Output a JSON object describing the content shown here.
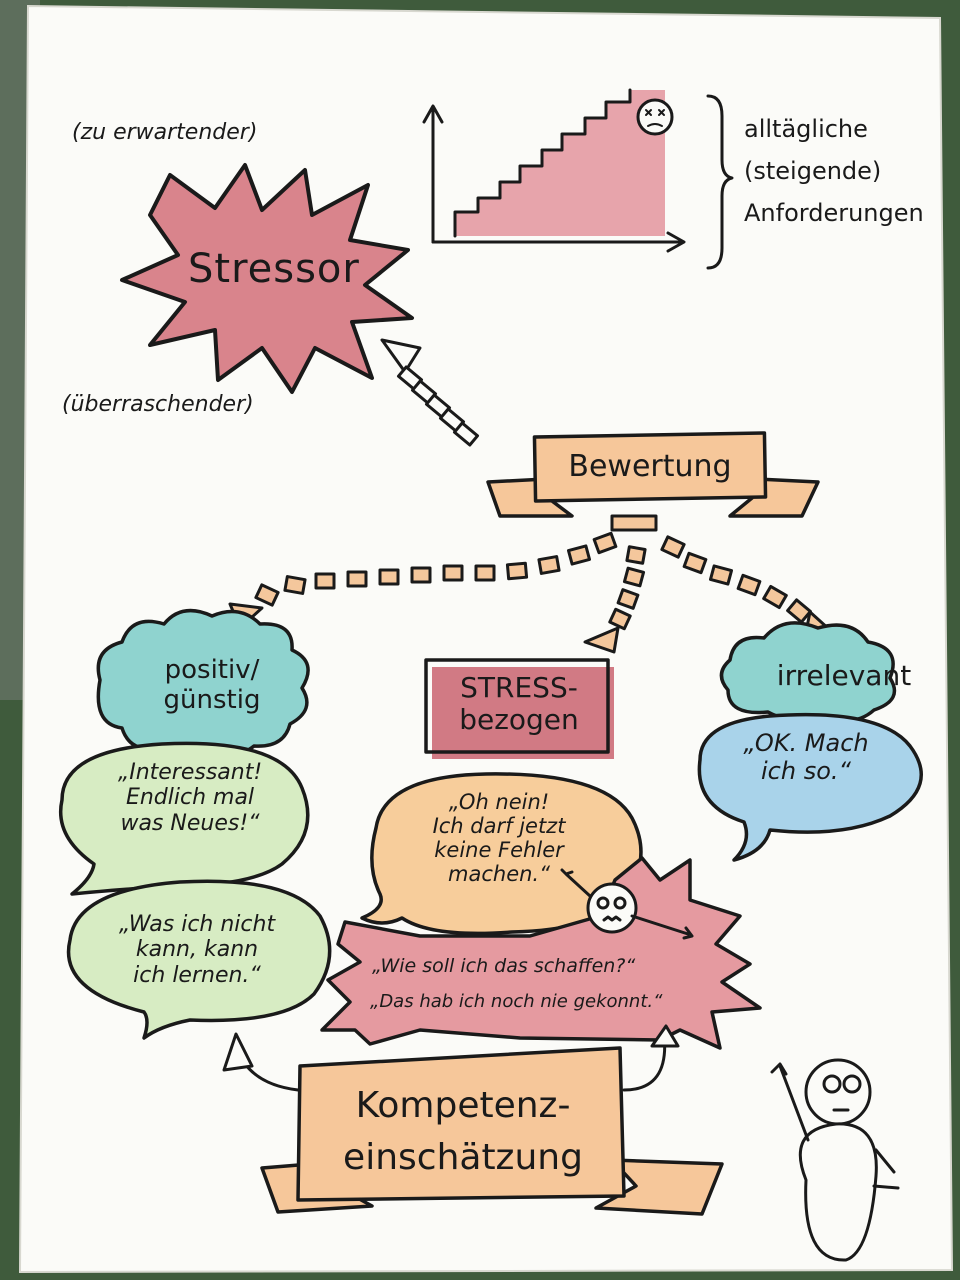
{
  "poster": {
    "stressor_expected": "(zu erwartender)",
    "stressor_title": "Stressor",
    "stressor_surprising": "(überraschender)",
    "demands": "alltägliche\n(steigende)\nAnforderungen",
    "evaluation_banner": "Bewertung",
    "positive_label": "positiv/\ngünstig",
    "stress_label": "STRESS-\nbezogen",
    "irrelevant_label": "irrelevant",
    "positive_quote_1": "„Interessant!\nEndlich mal\nwas Neues!“",
    "positive_quote_2": "„Was ich nicht\nkann, kann\nich lernen.“",
    "stress_quote_1": "„Oh nein!\nIch darf jetzt\nkeine Fehler\nmachen.“",
    "stress_quote_2": "„Wie soll ich das schaffen?“",
    "stress_quote_3": "„Das hab ich noch nie gekonnt.“",
    "irrelevant_quote": "„OK. Mach\nich so.“",
    "competence_banner": "Kompetenz-\neinschätzung"
  },
  "colors": {
    "paper": "#fbfbf8",
    "stress_red": "#d9848c",
    "stress_red_dark": "#c9606c",
    "banner_orange": "#f6c79a",
    "arrow_orange": "#f4c79c",
    "cloud_teal": "#8fd3cf",
    "bubble_green": "#d7ecc3",
    "bubble_orange": "#f7cd9b",
    "bubble_blue": "#a9d3ea",
    "ink": "#1a1a1a"
  }
}
